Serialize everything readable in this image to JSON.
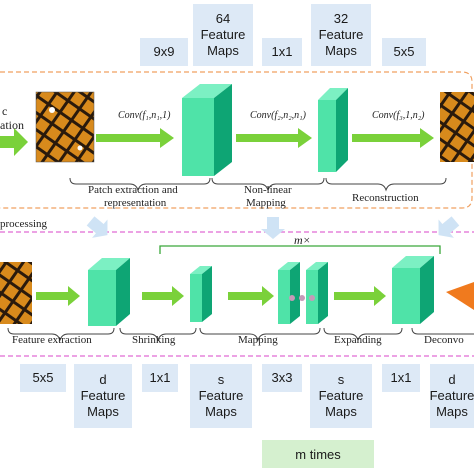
{
  "top_boxes": {
    "k1": "9x9",
    "maps1": {
      "num": "64",
      "l1": "Feature",
      "l2": "Maps"
    },
    "k2": "1x1",
    "maps2": {
      "num": "32",
      "l1": "Feature",
      "l2": "Maps"
    },
    "k3": "5x5"
  },
  "srcnn": {
    "left_cut_1": "c",
    "left_cut_2": "ation",
    "conv1": "Conv(f₁,n₁,1)",
    "conv2": "Conv(f₂,n₂,n₁)",
    "conv3": "Conv(f₃,1,n₂)",
    "stage1": "Patch extraction and",
    "stage1b": "representation",
    "stage2": "Non-linear",
    "stage2b": "Mapping",
    "stage3": "Reconstruction",
    "processing": "processing"
  },
  "fsrcnn": {
    "m_label": "m×",
    "stages": [
      "Feature extraction",
      "Shrinking",
      "Mapping",
      "Expanding",
      "Deconvo"
    ]
  },
  "bottom_boxes": {
    "k1": "5x5",
    "d1": {
      "num": "d",
      "l1": "Feature",
      "l2": "Maps"
    },
    "k2": "1x1",
    "s1": {
      "num": "s",
      "l1": "Feature",
      "l2": "Maps"
    },
    "k3": "3x3",
    "s2": {
      "num": "s",
      "l1": "Feature",
      "l2": "Maps"
    },
    "k4": "1x1",
    "d2": {
      "num": "d",
      "l1": "Feature",
      "l2": "Maps"
    }
  },
  "m_times": "m times",
  "colors": {
    "box_bg": "#dde9f6",
    "cube_front": "#4fe3a8",
    "cube_dark": "#0ea574",
    "arrow_green": "#7ad13a",
    "orange_dash": "#f0a060",
    "pink_dash": "#e06bd3",
    "bracket_green": "#3aa83a",
    "orange_arrow": "#f07a1e",
    "m_times_bg": "#d5f0cf"
  }
}
